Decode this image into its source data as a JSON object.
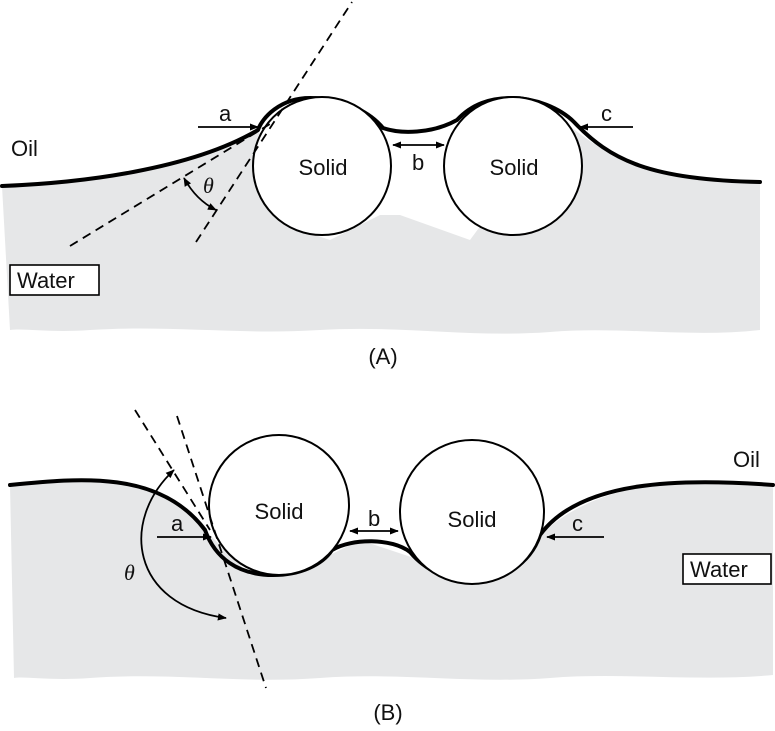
{
  "colors": {
    "water": "#e6e7e8",
    "interface": "#000000",
    "solid": "#ffffff"
  },
  "panel_a": {
    "oil_label": "Oil",
    "water_label": "Water",
    "solid_left": "Solid",
    "solid_right": "Solid",
    "arrow_a": "a",
    "arrow_b": "b",
    "arrow_c": "c",
    "angle_symbol": "θ",
    "caption": "(A)"
  },
  "panel_b": {
    "oil_label": "Oil",
    "water_label": "Water",
    "solid_left": "Solid",
    "solid_right": "Solid",
    "arrow_a": "a",
    "arrow_b": "b",
    "arrow_c": "c",
    "angle_symbol": "θ",
    "caption": "(B)"
  }
}
